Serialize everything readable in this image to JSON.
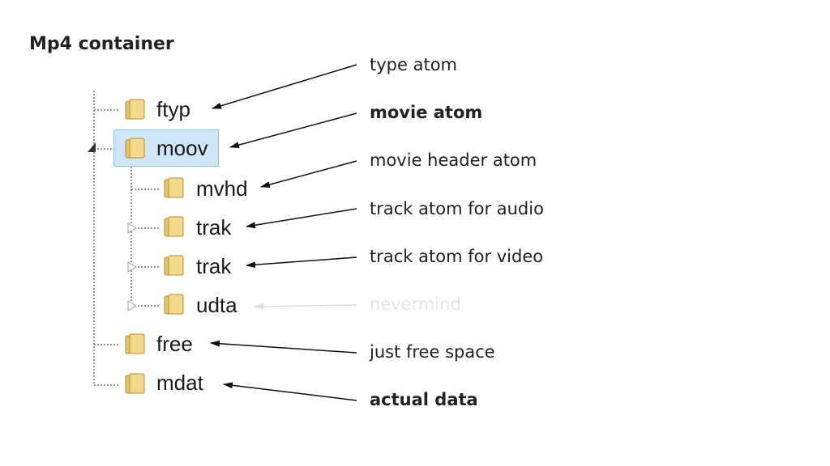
{
  "title": "Mp4 container",
  "tree": [
    {
      "label": "ftyp"
    },
    {
      "label": "moov"
    },
    {
      "label": "mvhd"
    },
    {
      "label": "trak"
    },
    {
      "label": "trak"
    },
    {
      "label": "udta"
    },
    {
      "label": "free"
    },
    {
      "label": "mdat"
    }
  ],
  "annotations": [
    {
      "text": "type atom"
    },
    {
      "text": "movie atom"
    },
    {
      "text": "movie header atom"
    },
    {
      "text": "track atom for audio"
    },
    {
      "text": "track atom for video"
    },
    {
      "text": "nevermind"
    },
    {
      "text": "just free space"
    },
    {
      "text": "actual data"
    }
  ],
  "colors": {
    "selection_fill": "#cfe6f8",
    "selection_border": "#8ec4ec",
    "folder_fill": "#f3d98d",
    "faded_text": "#e6e6e6"
  }
}
